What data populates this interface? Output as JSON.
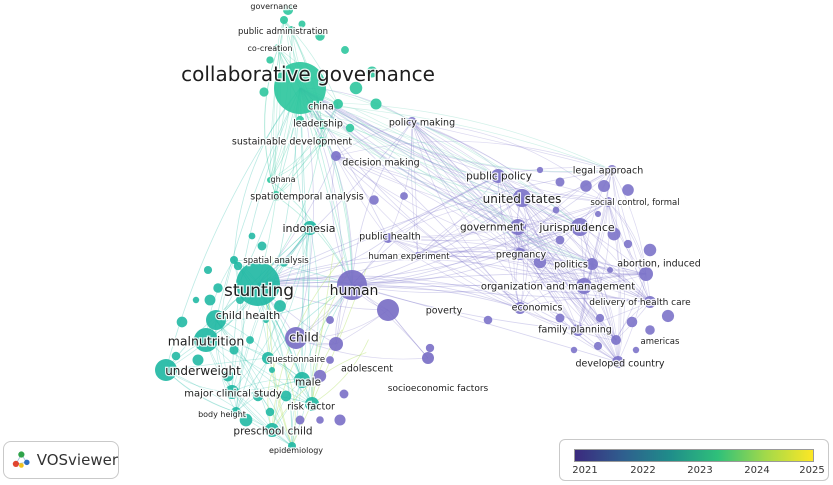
{
  "app": {
    "logo_text": "VOSviewer"
  },
  "legend": {
    "ticks": [
      "2021",
      "2022",
      "2023",
      "2024",
      "2025"
    ],
    "gradient": [
      "#3b2a7e",
      "#2f5e8e",
      "#1f8d8a",
      "#2fc07a",
      "#a2d94a",
      "#fde725"
    ]
  },
  "clusters": {
    "governance": "#2fc79e",
    "stunting": "#22b9a4",
    "policy": "#7c73c9",
    "human": "#7a6fc6"
  },
  "nodes": [
    {
      "id": "collaborative_governance",
      "label": "collaborative governance",
      "weight": 26,
      "cluster": "governance"
    },
    {
      "id": "stunting",
      "label": "stunting",
      "weight": 22,
      "cluster": "stunting"
    },
    {
      "id": "human",
      "label": "human",
      "weight": 15,
      "cluster": "human"
    },
    {
      "id": "governance",
      "label": "governance",
      "weight": 4,
      "cluster": "governance"
    },
    {
      "id": "public_administration",
      "label": "public administration",
      "weight": 4,
      "cluster": "governance"
    },
    {
      "id": "co_creation",
      "label": "co-creation",
      "weight": 4,
      "cluster": "governance"
    },
    {
      "id": "china",
      "label": "china",
      "weight": 5,
      "cluster": "governance"
    },
    {
      "id": "leadership",
      "label": "leadership",
      "weight": 5,
      "cluster": "governance"
    },
    {
      "id": "policy_making",
      "label": "policy making",
      "weight": 5,
      "cluster": "policy"
    },
    {
      "id": "sustainable_development",
      "label": "sustainable development",
      "weight": 5,
      "cluster": "governance"
    },
    {
      "id": "decision_making",
      "label": "decision making",
      "weight": 5,
      "cluster": "policy"
    },
    {
      "id": "ghana",
      "label": "ghana",
      "weight": 3,
      "cluster": "governance"
    },
    {
      "id": "spatiotemporal_analysis",
      "label": "spatiotemporal analysis",
      "weight": 5,
      "cluster": "governance"
    },
    {
      "id": "indonesia",
      "label": "indonesia",
      "weight": 7,
      "cluster": "stunting"
    },
    {
      "id": "public_health",
      "label": "public health",
      "weight": 5,
      "cluster": "policy"
    },
    {
      "id": "spatial_analysis",
      "label": "spatial analysis",
      "weight": 4,
      "cluster": "stunting"
    },
    {
      "id": "human_experiment",
      "label": "human experiment",
      "weight": 4,
      "cluster": "policy"
    },
    {
      "id": "public_policy",
      "label": "public policy",
      "weight": 7,
      "cluster": "policy"
    },
    {
      "id": "legal_approach",
      "label": "legal approach",
      "weight": 5,
      "cluster": "policy"
    },
    {
      "id": "united_states",
      "label": "united states",
      "weight": 9,
      "cluster": "policy"
    },
    {
      "id": "social_control_formal",
      "label": "social control, formal",
      "weight": 5,
      "cluster": "policy"
    },
    {
      "id": "government",
      "label": "government",
      "weight": 8,
      "cluster": "policy"
    },
    {
      "id": "jurisprudence",
      "label": "jurisprudence",
      "weight": 9,
      "cluster": "policy"
    },
    {
      "id": "pregnancy",
      "label": "pregnancy",
      "weight": 6,
      "cluster": "policy"
    },
    {
      "id": "politics",
      "label": "politics",
      "weight": 6,
      "cluster": "policy"
    },
    {
      "id": "abortion_induced",
      "label": "abortion, induced",
      "weight": 7,
      "cluster": "policy"
    },
    {
      "id": "organization_and_management",
      "label": "organization and management",
      "weight": 8,
      "cluster": "policy"
    },
    {
      "id": "economics",
      "label": "economics",
      "weight": 6,
      "cluster": "policy"
    },
    {
      "id": "delivery_of_health_care",
      "label": "delivery of health care",
      "weight": 6,
      "cluster": "policy"
    },
    {
      "id": "poverty",
      "label": "poverty",
      "weight": 11,
      "cluster": "human"
    },
    {
      "id": "family_planning",
      "label": "family planning",
      "weight": 6,
      "cluster": "policy"
    },
    {
      "id": "americas",
      "label": "americas",
      "weight": 5,
      "cluster": "policy"
    },
    {
      "id": "developed_country",
      "label": "developed country",
      "weight": 6,
      "cluster": "policy"
    },
    {
      "id": "child_health",
      "label": "child health",
      "weight": 10,
      "cluster": "stunting"
    },
    {
      "id": "child",
      "label": "child",
      "weight": 11,
      "cluster": "human"
    },
    {
      "id": "malnutrition",
      "label": "malnutrition",
      "weight": 12,
      "cluster": "stunting"
    },
    {
      "id": "questionnaire",
      "label": "questionnaire",
      "weight": 6,
      "cluster": "stunting"
    },
    {
      "id": "adolescent",
      "label": "adolescent",
      "weight": 7,
      "cluster": "human"
    },
    {
      "id": "underweight",
      "label": "underweight",
      "weight": 11,
      "cluster": "stunting"
    },
    {
      "id": "male",
      "label": "male",
      "weight": 8,
      "cluster": "stunting"
    },
    {
      "id": "socioeconomic_factors",
      "label": "socioeconomic factors",
      "weight": 6,
      "cluster": "human"
    },
    {
      "id": "major_clinical_study",
      "label": "major clinical study",
      "weight": 7,
      "cluster": "stunting"
    },
    {
      "id": "risk_factor",
      "label": "risk factor",
      "weight": 7,
      "cluster": "stunting"
    },
    {
      "id": "body_height",
      "label": "body height",
      "weight": 5,
      "cluster": "stunting"
    },
    {
      "id": "preschool_child",
      "label": "preschool child",
      "weight": 7,
      "cluster": "stunting"
    },
    {
      "id": "epidemiology",
      "label": "epidemiology",
      "weight": 4,
      "cluster": "stunting"
    }
  ]
}
